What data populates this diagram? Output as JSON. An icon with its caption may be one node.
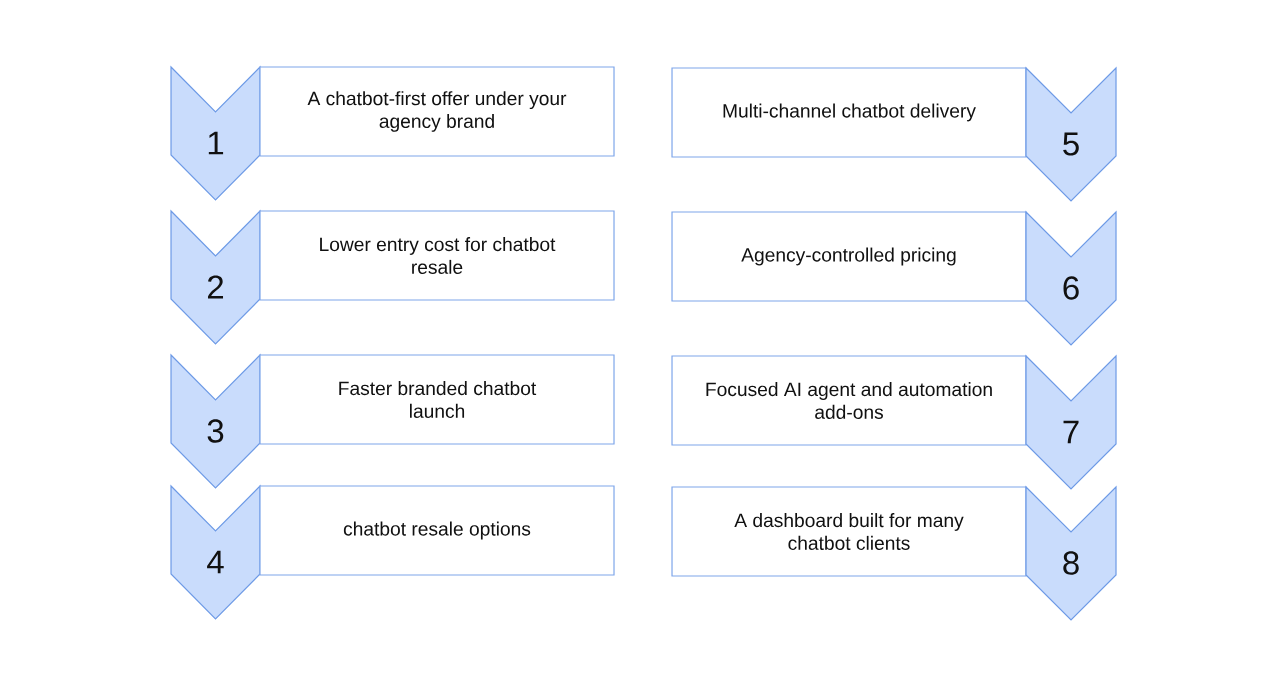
{
  "diagram": {
    "nodes": [
      {
        "text": [
          "1"
        ]
      },
      {
        "text": [
          "A chatbot-first offer under your agency brand"
        ]
      },
      {
        "text": [
          "2"
        ]
      },
      {
        "text": [
          "Lower entry cost for chatbot resale"
        ]
      },
      {
        "text": [
          "3"
        ]
      },
      {
        "text": [
          "Faster branded chatbot launch"
        ]
      },
      {
        "text": [
          "4"
        ]
      },
      {
        "text": [
          "chatbot resale options"
        ]
      },
      {
        "text": [
          "Multi-channel chatbot delivery"
        ]
      },
      {
        "text": [
          "5"
        ]
      },
      {
        "text": [
          "Agency-controlled pricing"
        ]
      },
      {
        "text": [
          "6"
        ]
      },
      {
        "text": [
          "Focused AI agent and automation add-ons"
        ]
      },
      {
        "text": [
          "7"
        ]
      },
      {
        "text": [
          "A dashboard built for many chatbot clients"
        ]
      },
      {
        "text": [
          "8"
        ]
      }
    ]
  }
}
